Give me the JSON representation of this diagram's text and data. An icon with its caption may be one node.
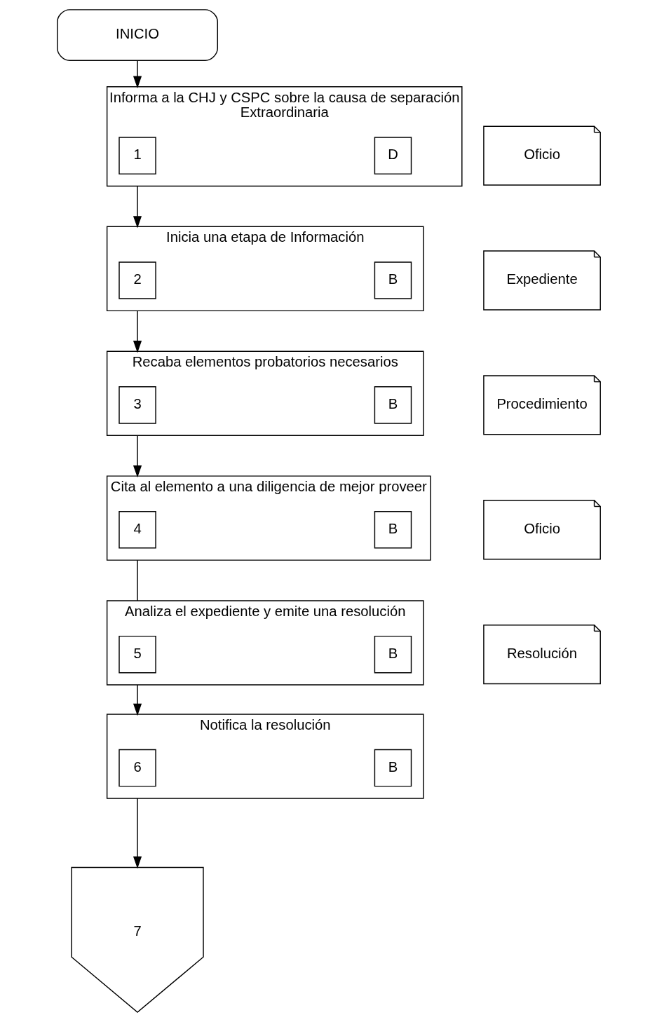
{
  "diagram": {
    "nodes": [
      {
        "text": [
          "INICIO"
        ]
      },
      {
        "text": [
          "Informa a la CHJ y CSPC sobre la causa de separación",
          "Extraordinaria"
        ]
      },
      {
        "text": [
          "1"
        ],
        "in": 1
      },
      {
        "text": [
          "D"
        ],
        "in": 1
      },
      {
        "text": [
          "Oficio"
        ]
      },
      {
        "text": [
          "Inicia una etapa de Información"
        ]
      },
      {
        "text": [
          "2"
        ],
        "in": 5
      },
      {
        "text": [
          "B"
        ],
        "in": 5
      },
      {
        "text": [
          "Expediente"
        ]
      },
      {
        "text": [
          "Recaba elementos probatorios necesarios"
        ]
      },
      {
        "text": [
          "3"
        ],
        "in": 9
      },
      {
        "text": [
          "B"
        ],
        "in": 9
      },
      {
        "text": [
          "Procedimiento"
        ]
      },
      {
        "text": [
          "Cita al elemento a una diligencia de mejor proveer"
        ]
      },
      {
        "text": [
          "4"
        ],
        "in": 13
      },
      {
        "text": [
          "B"
        ],
        "in": 13
      },
      {
        "text": [
          "Oficio"
        ]
      },
      {
        "text": [
          "Analiza el expediente y emite una resolución"
        ]
      },
      {
        "text": [
          "5"
        ],
        "in": 17
      },
      {
        "text": [
          "B"
        ],
        "in": 17
      },
      {
        "text": [
          "Resolución"
        ]
      },
      {
        "text": [
          "Notifica la resolución"
        ]
      },
      {
        "text": [
          "6"
        ],
        "in": 21
      },
      {
        "text": [
          "B"
        ],
        "in": 21
      },
      {
        "text": [
          "7"
        ]
      }
    ],
    "edges": [
      {
        "from": 0,
        "to": 1,
        "arrow": "to"
      },
      {
        "from": 1,
        "to": 5,
        "arrow": "to"
      },
      {
        "from": 5,
        "to": 9,
        "arrow": "to"
      },
      {
        "from": 9,
        "to": 13,
        "arrow": "to"
      },
      {
        "from": 13,
        "to": 17,
        "arrow": "none"
      },
      {
        "from": 17,
        "to": 21,
        "arrow": "to"
      },
      {
        "from": 21,
        "to": 24,
        "arrow": "to"
      }
    ]
  }
}
